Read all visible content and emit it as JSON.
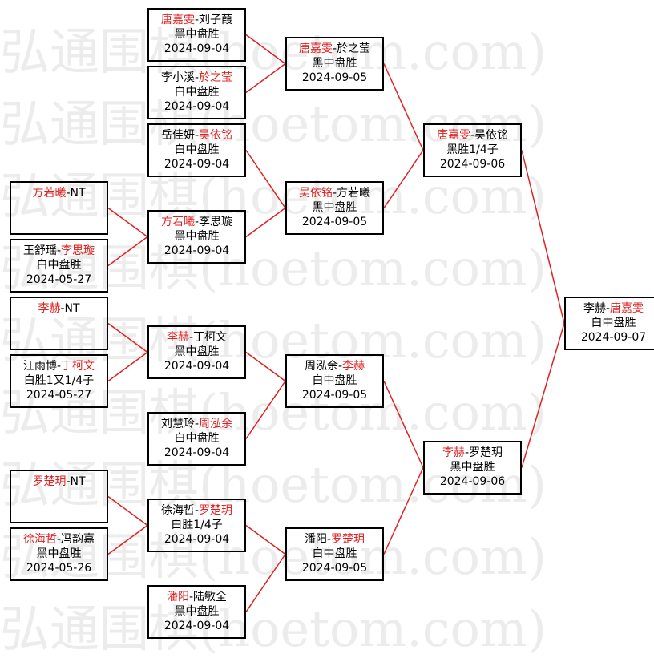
{
  "watermark": {
    "text": "弘通围棋(hoetom.com)"
  },
  "matches": [
    {
      "id": "m1",
      "p1": "唐嘉雯",
      "p2": "刘子葭",
      "winner": 1,
      "result": "黑中盘胜",
      "date": "2024-09-04"
    },
    {
      "id": "m2",
      "p1": "李小溪",
      "p2": "於之莹",
      "winner": 2,
      "result": "白中盘胜",
      "date": "2024-09-04"
    },
    {
      "id": "m3",
      "p1": "岳佳妍",
      "p2": "吴依铭",
      "winner": 2,
      "result": "白中盘胜",
      "date": "2024-09-04"
    },
    {
      "id": "m4",
      "p1": "方若曦",
      "p2": "NT",
      "winner": 1,
      "result": "",
      "date": ""
    },
    {
      "id": "m5",
      "p1": "王舒瑶",
      "p2": "李思璇",
      "winner": 2,
      "result": "白中盘胜",
      "date": "2024-05-27"
    },
    {
      "id": "m6",
      "p1": "方若曦",
      "p2": "李思璇",
      "winner": 1,
      "result": "黑中盘胜",
      "date": "2024-09-04"
    },
    {
      "id": "m7",
      "p1": "李赫",
      "p2": "NT",
      "winner": 1,
      "result": "",
      "date": ""
    },
    {
      "id": "m8",
      "p1": "汪雨博",
      "p2": "丁柯文",
      "winner": 2,
      "result": "白胜1又1/4子",
      "date": "2024-05-27"
    },
    {
      "id": "m9",
      "p1": "李赫",
      "p2": "丁柯文",
      "winner": 1,
      "result": "黑中盘胜",
      "date": "2024-09-04"
    },
    {
      "id": "m10",
      "p1": "刘慧玲",
      "p2": "周泓余",
      "winner": 2,
      "result": "白中盘胜",
      "date": "2024-09-04"
    },
    {
      "id": "m11",
      "p1": "罗楚玥",
      "p2": "NT",
      "winner": 1,
      "result": "",
      "date": ""
    },
    {
      "id": "m12",
      "p1": "徐海哲",
      "p2": "冯韵嘉",
      "winner": 1,
      "result": "黑中盘胜",
      "date": "2024-05-26"
    },
    {
      "id": "m13",
      "p1": "徐海哲",
      "p2": "罗楚玥",
      "winner": 2,
      "result": "白胜1/4子",
      "date": "2024-09-04"
    },
    {
      "id": "m14",
      "p1": "潘阳",
      "p2": "陆敏全",
      "winner": 1,
      "result": "黑中盘胜",
      "date": "2024-09-04"
    },
    {
      "id": "m15",
      "p1": "唐嘉雯",
      "p2": "於之莹",
      "winner": 1,
      "result": "黑中盘胜",
      "date": "2024-09-05"
    },
    {
      "id": "m16",
      "p1": "吴依铭",
      "p2": "方若曦",
      "winner": 1,
      "result": "黑中盘胜",
      "date": "2024-09-05"
    },
    {
      "id": "m17",
      "p1": "周泓余",
      "p2": "李赫",
      "winner": 2,
      "result": "白中盘胜",
      "date": "2024-09-05"
    },
    {
      "id": "m18",
      "p1": "潘阳",
      "p2": "罗楚玥",
      "winner": 2,
      "result": "白中盘胜",
      "date": "2024-09-05"
    },
    {
      "id": "m19",
      "p1": "唐嘉雯",
      "p2": "吴依铭",
      "winner": 1,
      "result": "黑胜1/4子",
      "date": "2024-09-06"
    },
    {
      "id": "m20",
      "p1": "李赫",
      "p2": "罗楚玥",
      "winner": 1,
      "result": "黑中盘胜",
      "date": "2024-09-06"
    },
    {
      "id": "m21",
      "p1": "李赫",
      "p2": "唐嘉雯",
      "winner": 2,
      "result": "白中盘胜",
      "date": "2024-09-07"
    }
  ],
  "colors": {
    "winner": "#e02020",
    "connector": "#e02020",
    "border": "#000000"
  }
}
